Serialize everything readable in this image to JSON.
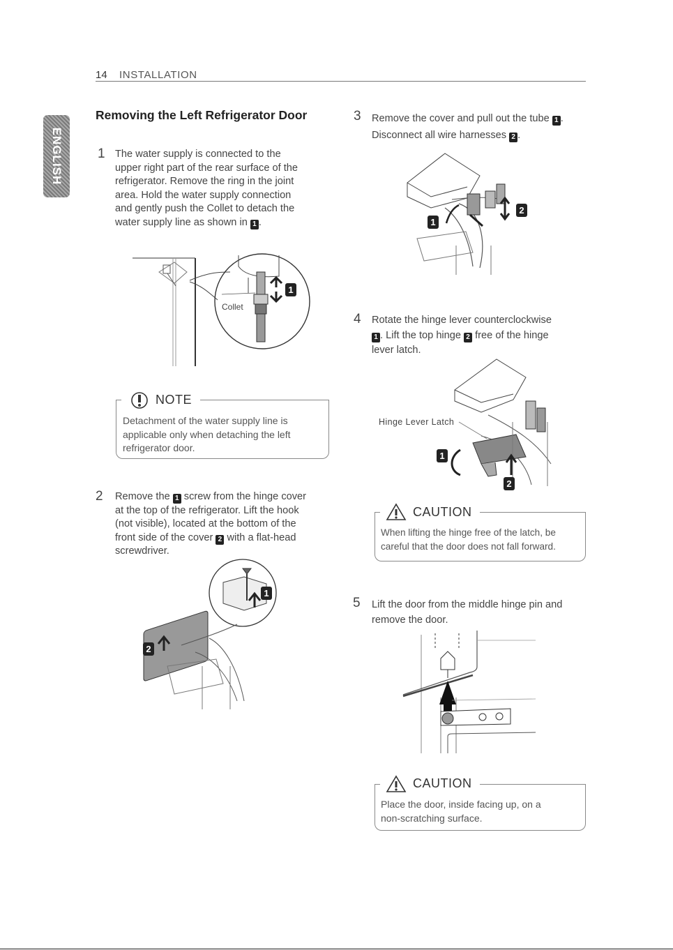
{
  "header": {
    "page_number": "14",
    "section": "INSTALLATION"
  },
  "side_tab": {
    "language": "ENGLISH"
  },
  "title": "Removing the Left Refrigerator Door",
  "steps": [
    {
      "num": "1",
      "lines": [
        "The water supply is connected to the",
        "upper right part of the rear surface of the",
        "refrigerator. Remove the ring in the joint",
        "area. Hold the water supply connection",
        "and gently push the Collet to detach the"
      ],
      "last_pre": "water supply line as shown in ",
      "last_badge": "1",
      "last_post": "."
    },
    {
      "num": "2",
      "l1_pre": "Remove the ",
      "l1_badge": "1",
      "l1_post": " screw from the hinge cover",
      "lines": [
        "at the top of the refrigerator. Lift the hook",
        "(not visible), located at the bottom of the"
      ],
      "l4_pre": "front side of the cover ",
      "l4_badge": "2",
      "l4_post": " with a flat-head",
      "l5": "screwdriver."
    },
    {
      "num": "3",
      "l1_pre": "Remove the cover and pull out the tube ",
      "l1_badge": "1",
      "l1_post": ".",
      "l2_pre": "Disconnect all wire harnesses ",
      "l2_badge": "2",
      "l2_post": "."
    },
    {
      "num": "4",
      "l1": "Rotate the hinge lever counterclockwise",
      "l2_badge": "1",
      "l2_mid": ". Lift the top hinge ",
      "l2_badge2": "2",
      "l2_post": " free of the hinge",
      "l3": "lever latch."
    },
    {
      "num": "5",
      "lines": [
        "Lift the door from the middle hinge pin and",
        "remove the door."
      ]
    }
  ],
  "note": {
    "title": "NOTE",
    "lines": [
      "Detachment of the water supply line is",
      "applicable only when detaching the left",
      "refrigerator door."
    ]
  },
  "caution1": {
    "title": "CAUTION",
    "lines": [
      "When lifting the hinge free of the latch, be",
      "careful that the door does not fall forward."
    ]
  },
  "caution2": {
    "title": "CAUTION",
    "lines": [
      "Place the door, inside facing up, on a",
      "non-scratching surface."
    ]
  },
  "illustrations": {
    "collet_label": "Collet",
    "hinge_latch_label": "Hinge Lever Latch",
    "badge_1": "1",
    "badge_2": "2",
    "icons": [
      "note-icon",
      "caution-triangle-icon"
    ]
  }
}
